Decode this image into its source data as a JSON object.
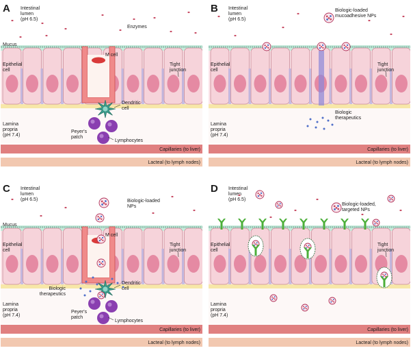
{
  "colors": {
    "cell_fill": "#f6d3da",
    "cell_stroke": "#c98a97",
    "nucleus": "#e58aa3",
    "mucus": "#c8ecdc",
    "capillary": "#e08080",
    "lacteal": "#f2c8b0",
    "mcell": "#f08a8a",
    "lymphocyte": "#8a3fb0",
    "dendritic": "#3a9c8c",
    "receptor": "#4caf3a",
    "drug": "#4f6fc8",
    "enzyme": "#c84c64"
  },
  "panels": [
    {
      "letter": "A",
      "lumen": [
        "Intestinal",
        "lumen",
        "(pH 6.5)"
      ],
      "mucus": "Mucus",
      "epithelial": [
        "Epithelial",
        "cell"
      ],
      "tight": [
        "Tight",
        "junction"
      ],
      "lamina": [
        "Lamina",
        "propria",
        "(pH 7.4)"
      ],
      "capillaries": "Capillaries (to liver)",
      "lacteal": "Lacteal (to lymph nodes)",
      "enzymes": "Enzymes",
      "mcell": "M cell",
      "dendritic": [
        "Dendritic",
        "cell"
      ],
      "peyers": [
        "Peyer's",
        "patch"
      ],
      "lymphocytes": "Lymphocytes"
    },
    {
      "letter": "B",
      "lumen": [
        "Intestinal",
        "lumen",
        "(pH 6.5)"
      ],
      "epithelial": [
        "Epithelial",
        "cell"
      ],
      "tight": [
        "Tight",
        "junction"
      ],
      "lamina": [
        "Lamina",
        "propria",
        "(pH 7.4)"
      ],
      "capillaries": "Capillaries (to liver)",
      "lacteal": "Lacteal (to lymph nodes)",
      "nps": [
        "Biologic-loaded",
        "mucoadhesive NPs"
      ],
      "therapeutics": [
        "Biologic",
        "therapeutics"
      ]
    },
    {
      "letter": "C",
      "lumen": [
        "Intestinal",
        "lumen",
        "(pH 6.5)"
      ],
      "mucus": "Mucus",
      "epithelial": [
        "Epithelial",
        "cell"
      ],
      "tight": [
        "Tight",
        "junction"
      ],
      "lamina": [
        "Lamina",
        "propria",
        "(pH 7.4)"
      ],
      "capillaries": "Capillaries (to liver)",
      "lacteal": "Lacteal (to lymph nodes)",
      "nps": [
        "Biologic-loaded",
        "NPs"
      ],
      "mcell": "M cell",
      "dendritic": [
        "Dendritic",
        "cell"
      ],
      "peyers": [
        "Peyer's",
        "patch"
      ],
      "lymphocytes": "Lymphocytes",
      "therapeutics": [
        "Biologic",
        "therapeutics"
      ]
    },
    {
      "letter": "D",
      "lumen": [
        "Intestinal",
        "lumen",
        "(pH 6.5)"
      ],
      "epithelial": [
        "Epithelial",
        "cell"
      ],
      "tight": [
        "Tight",
        "junction"
      ],
      "lamina": [
        "Lamina",
        "propria",
        "(pH 7.4)"
      ],
      "capillaries": "Capillaries (to liver)",
      "lacteal": "Lacteal (to lymph nodes)",
      "nps": [
        "Biologic-loaded,",
        "targeted NPs"
      ]
    }
  ]
}
